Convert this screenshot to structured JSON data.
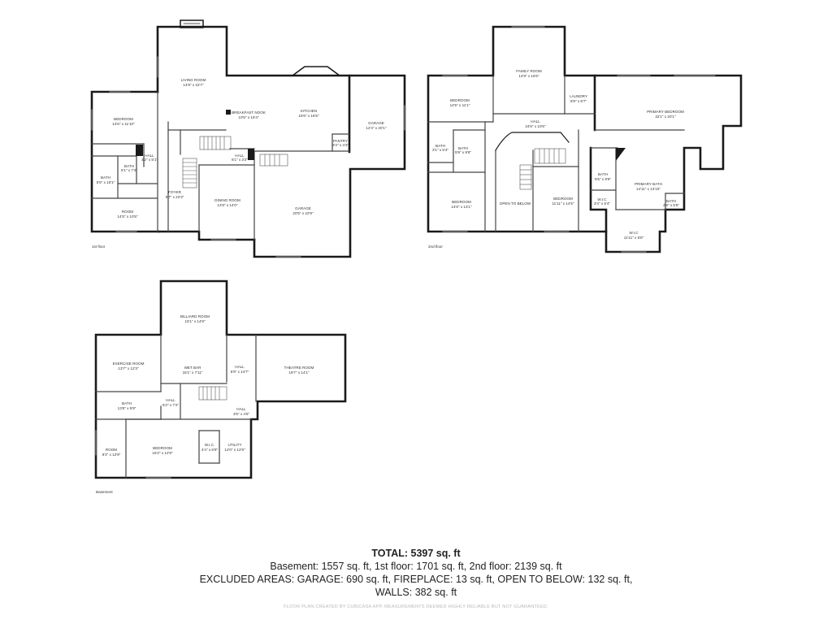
{
  "floors": {
    "first": {
      "label": "1st floor",
      "rooms": [
        {
          "key": "living",
          "name": "LIVING ROOM",
          "dim": "14'9\" x 22'7\""
        },
        {
          "key": "bedroom",
          "name": "BEDROOM",
          "dim": "14'6\" x 11'10\""
        },
        {
          "key": "breakfast",
          "name": "BREAKFAST NOOK",
          "dim": "10'5\" x 16'4\""
        },
        {
          "key": "kitchen",
          "name": "KITCHEN",
          "dim": "16'6\" x 16'5\""
        },
        {
          "key": "garage_small",
          "name": "GARAGE",
          "dim": "12'4\" x 20'1\""
        },
        {
          "key": "pantry",
          "name": "PANTRY",
          "dim": "3'4\" x 4'3\""
        },
        {
          "key": "hall_a",
          "name": "HALL",
          "dim": "3'2\" x 5'1\""
        },
        {
          "key": "bath_a",
          "name": "BATH",
          "dim": "5'1\" x 7'4\""
        },
        {
          "key": "hall_b",
          "name": "HALL",
          "dim": "6'1\" x 3'2\""
        },
        {
          "key": "bath_b",
          "name": "BATH",
          "dim": "5'5\" x 10'1\""
        },
        {
          "key": "foyer",
          "name": "FOYER",
          "dim": "9'7\" x 22'3\""
        },
        {
          "key": "dining",
          "name": "DINING ROOM",
          "dim": "12'8\" x 14'0\""
        },
        {
          "key": "garage_large",
          "name": "GARAGE",
          "dim": "20'5\" x 22'9\""
        },
        {
          "key": "room",
          "name": "ROOM",
          "dim": "14'5\" x 10'5\""
        }
      ]
    },
    "second": {
      "label": "2nd floor",
      "rooms": [
        {
          "key": "family",
          "name": "FAMILY ROOM",
          "dim": "14'9\" x 16'6\""
        },
        {
          "key": "bedroom_nw",
          "name": "BEDROOM",
          "dim": "14'5\" x 11'1\""
        },
        {
          "key": "laundry",
          "name": "LAUNDRY",
          "dim": "6'8\" x 8'7\""
        },
        {
          "key": "primary_bed",
          "name": "PRIMARY BEDROOM",
          "dim": "32'1\" x 20'1\""
        },
        {
          "key": "hall",
          "name": "HALL",
          "dim": "24'5\" x 10'6\""
        },
        {
          "key": "bath_small",
          "name": "BATH",
          "dim": "3'1\" x 5'4\""
        },
        {
          "key": "bath_mid",
          "name": "BATH",
          "dim": "5'9\" x 9'8\""
        },
        {
          "key": "bath_e",
          "name": "BATH",
          "dim": "5'5\" x 9'9\""
        },
        {
          "key": "primary_bath",
          "name": "PRIMARY BATH",
          "dim": "14'11\" x 13'10\""
        },
        {
          "key": "wic_small",
          "name": "W.I.C",
          "dim": "3'4\" x 5'4\""
        },
        {
          "key": "bath_pb",
          "name": "BATH",
          "dim": "4'9\" x 5'5\""
        },
        {
          "key": "bedroom_sw",
          "name": "BEDROOM",
          "dim": "14'6\" x 13'1\""
        },
        {
          "key": "otb",
          "name": "OPEN TO BELOW",
          "dim": ""
        },
        {
          "key": "bedroom_s",
          "name": "BEDROOM",
          "dim": "11'11\" x 14'5\""
        },
        {
          "key": "wic_large",
          "name": "W.I.C",
          "dim": "11'11\" x 6'8\""
        }
      ]
    },
    "basement": {
      "label": "Basement",
      "rooms": [
        {
          "key": "billiard",
          "name": "BILLIARD ROOM",
          "dim": "15'1\" x 14'8\""
        },
        {
          "key": "exercise",
          "name": "EXERCISE ROOM",
          "dim": "13'7\" x 12'3\""
        },
        {
          "key": "wet_bar",
          "name": "WET BAR",
          "dim": "15'1\" x 7'11\""
        },
        {
          "key": "hall_a",
          "name": "HALL",
          "dim": "5'9\" x 14'7\""
        },
        {
          "key": "theatre",
          "name": "THEATRE ROOM",
          "dim": "19'7\" x 14'1\""
        },
        {
          "key": "bath",
          "name": "BATH",
          "dim": "13'8\" x 5'9\""
        },
        {
          "key": "hall_b",
          "name": "HALL",
          "dim": "5'2\" x 7'2\""
        },
        {
          "key": "hall_c",
          "name": "HALL",
          "dim": "3'5\" x 4'5\""
        },
        {
          "key": "room",
          "name": "ROOM",
          "dim": "9'4\" x 12'9\""
        },
        {
          "key": "bedroom",
          "name": "BEDROOM",
          "dim": "16'2\" x 12'9\""
        },
        {
          "key": "wic",
          "name": "W.I.C.",
          "dim": "4'4\" x 6'9\""
        },
        {
          "key": "utility",
          "name": "UTILITY",
          "dim": "12'0\" x 12'9\""
        }
      ]
    }
  },
  "summary": {
    "total": "TOTAL: 5397 sq. ft",
    "line1": "Basement: 1557 sq. ft, 1st floor: 1701 sq. ft, 2nd floor: 2139 sq. ft",
    "line2": "EXCLUDED AREAS: GARAGE: 690 sq. ft, FIREPLACE: 13 sq. ft, OPEN TO BELOW: 132 sq. ft,",
    "line3": "WALLS: 382 sq. ft"
  },
  "disclaimer": "FLOOR PLAN CREATED BY CUBICASA APP. MEASUREMENTS DEEMED HIGHLY RELIABLE BUT NOT GUARANTEED.",
  "colors": {
    "wall": "#1a1a1a",
    "thin_wall": "#555555",
    "window": "#9a9a9a",
    "text": "#333333"
  }
}
